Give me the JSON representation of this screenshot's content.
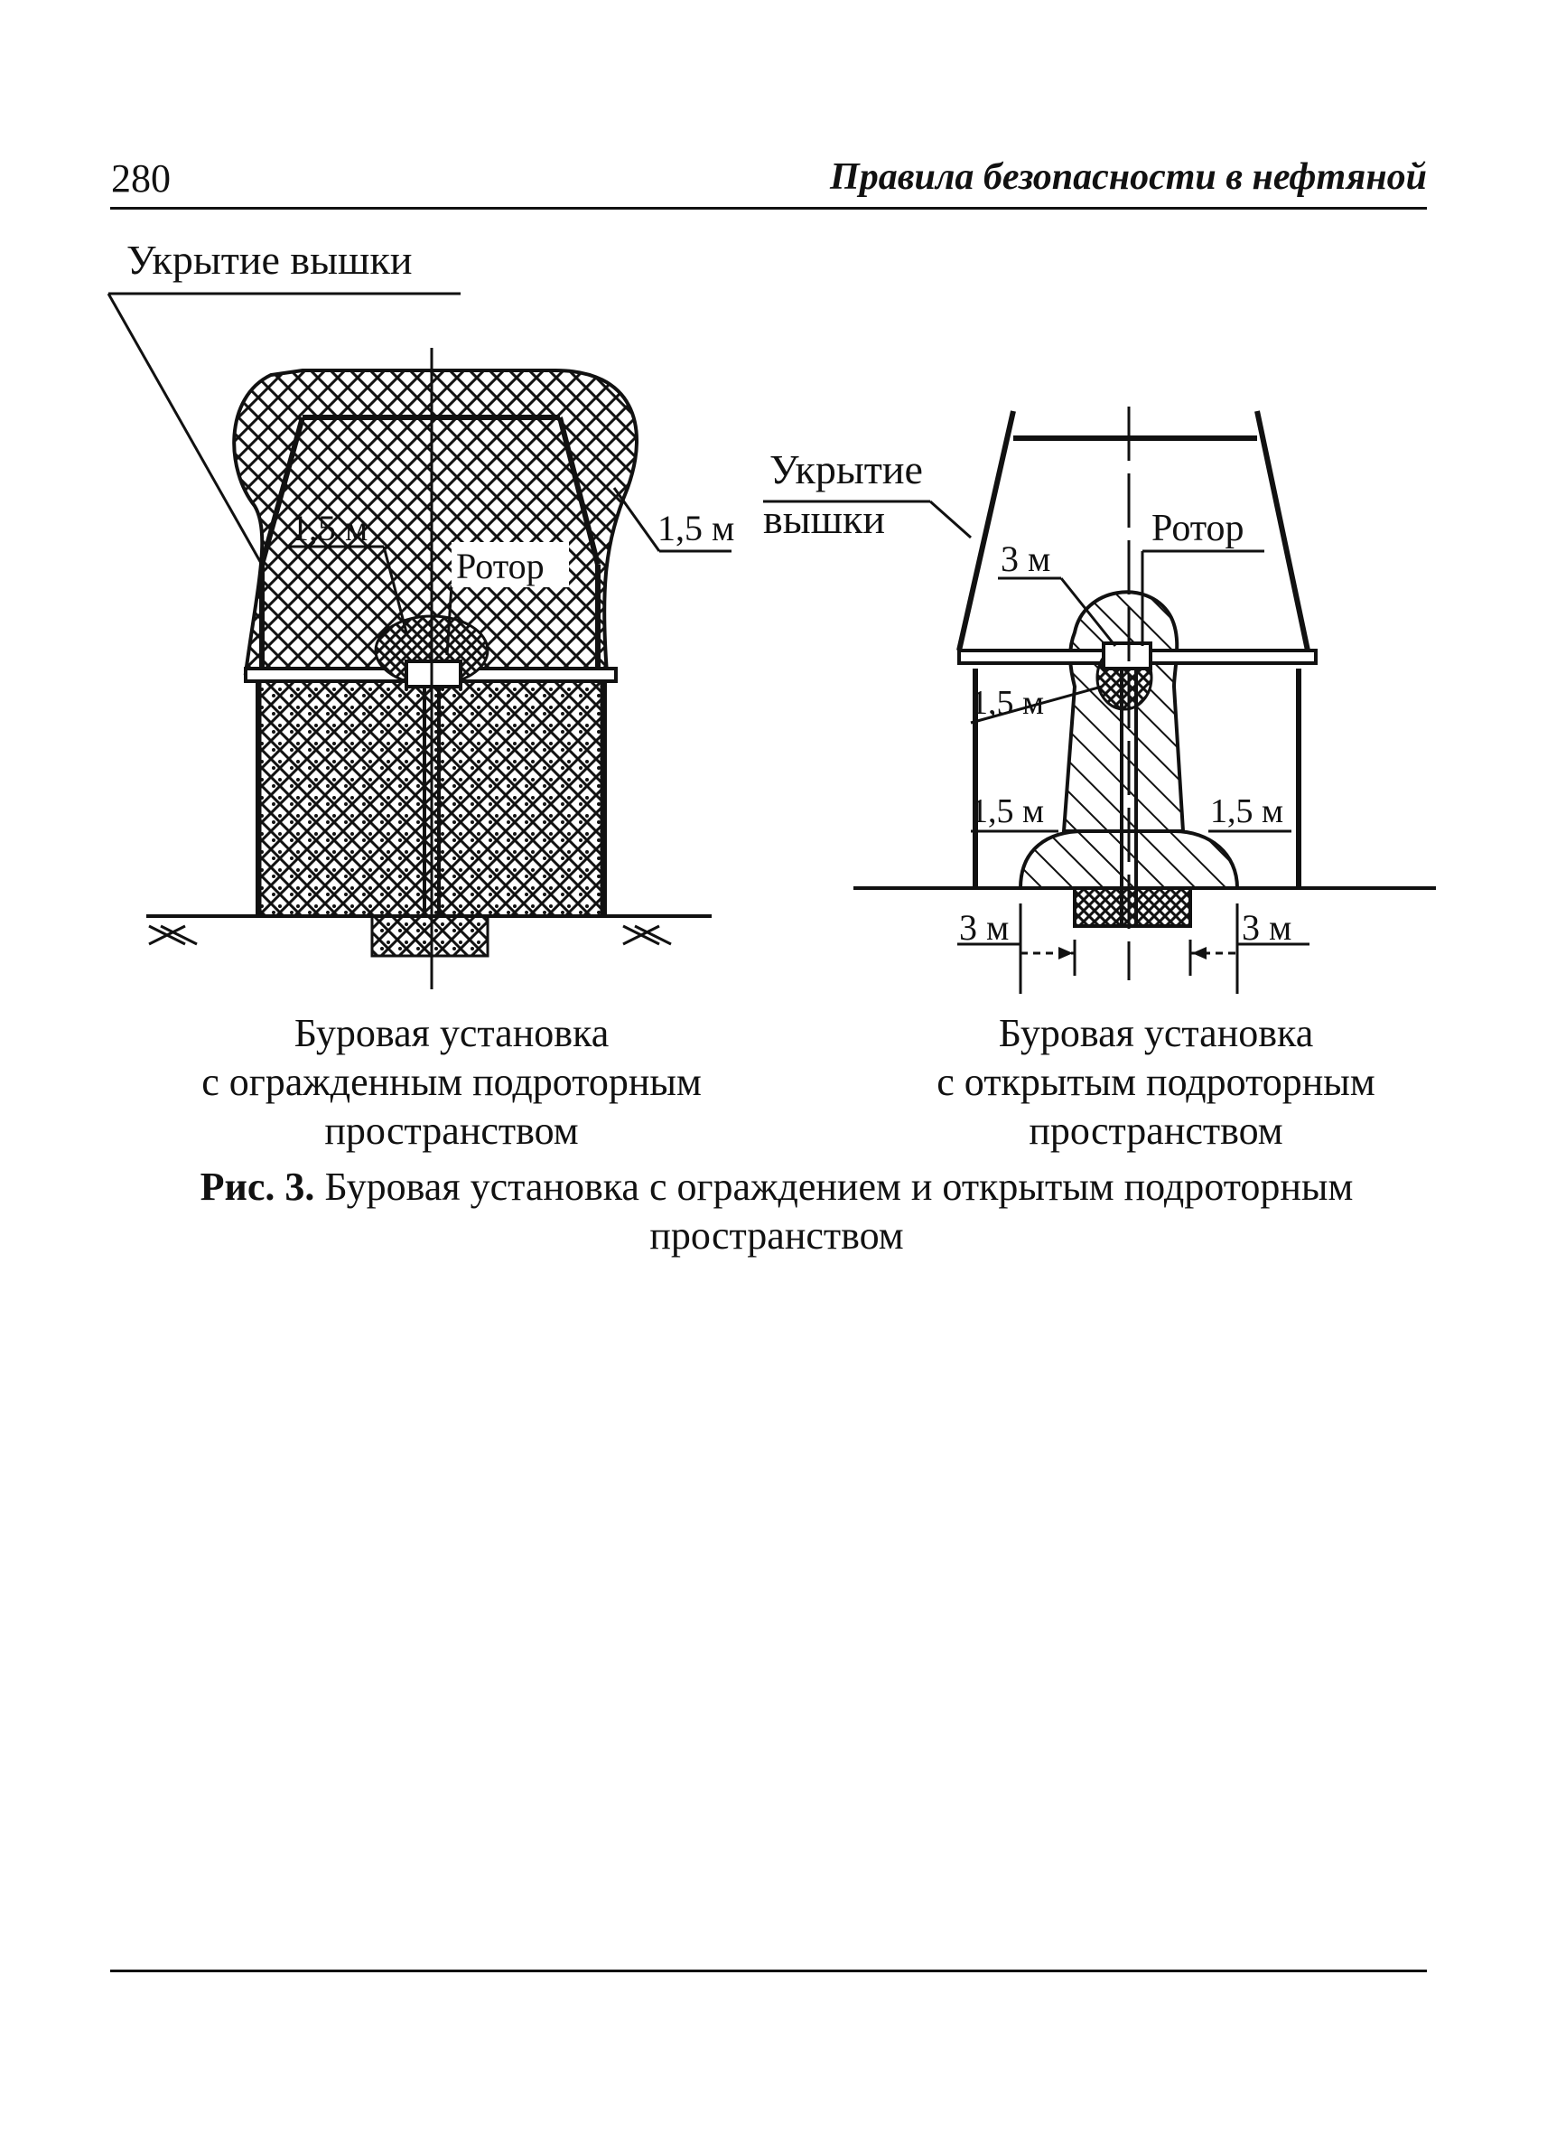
{
  "header": {
    "page_number": "280",
    "running_title": "Правила безопасности в нефтяной"
  },
  "figure": {
    "left": {
      "cover_label": "Укрытие вышки",
      "rotor_label": "Ротор",
      "dim_inner": "1,5 м",
      "dim_outer": "1,5 м",
      "caption_lines": [
        "Буровая установка",
        "с огражденным подроторным",
        "пространством"
      ]
    },
    "right": {
      "cover_label_line1": "Укрытие",
      "cover_label_line2": "вышки",
      "rotor_label": "Ротор",
      "dim_rotor_top": "3 м",
      "dim_rotor_side": "1,5 м",
      "dim_base_left": "1,5 м",
      "dim_base_right": "1,5 м",
      "dim_bottom_left": "3 м",
      "dim_bottom_right": "3 м",
      "caption_lines": [
        "Буровая установка",
        "с открытым подроторным",
        "пространством"
      ]
    },
    "caption_prefix": "Рис. 3.",
    "caption_text": "Буровая установка с ограждением и открытым подроторным",
    "caption_text_line2": "пространством"
  }
}
